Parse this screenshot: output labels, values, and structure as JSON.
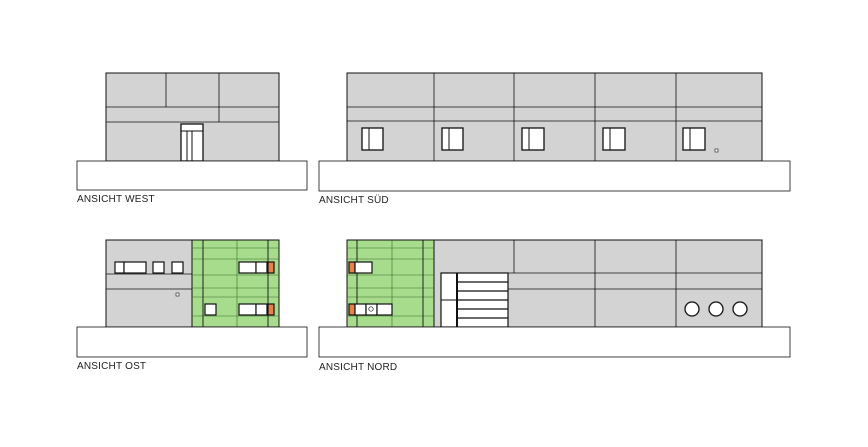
{
  "labels": {
    "west": "ANSICHT WEST",
    "sued": "ANSICHT SÜD",
    "ost": "ANSICHT OST",
    "nord": "ANSICHT NORD"
  },
  "colors": {
    "facade": "#d3d3d3",
    "green_facade": "#a6dc8c",
    "accent_orange": "#e8804a",
    "line": "#111111",
    "ground": "#ffffff"
  }
}
